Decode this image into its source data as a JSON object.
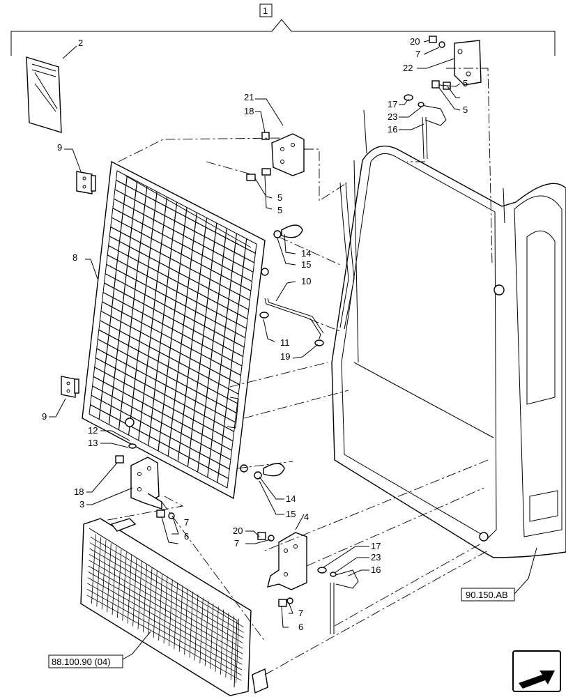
{
  "assembly_label": "1",
  "callouts": {
    "c2": "2",
    "c3": "3",
    "c4": "4",
    "c5a": "5",
    "c5b": "5",
    "c5c": "5",
    "c5d": "5",
    "c6a": "6",
    "c6b": "6",
    "c7a": "7",
    "c7b": "7",
    "c7c": "7",
    "c7d": "7",
    "c8": "8",
    "c9a": "9",
    "c9b": "9",
    "c10": "10",
    "c11": "11",
    "c12": "12",
    "c13": "13",
    "c14a": "14",
    "c14b": "14",
    "c15a": "15",
    "c15b": "15",
    "c16a": "16",
    "c16b": "16",
    "c17a": "17",
    "c17b": "17",
    "c18a": "18",
    "c18b": "18",
    "c19": "19",
    "c20a": "20",
    "c20b": "20",
    "c21": "21",
    "c22": "22",
    "c23a": "23",
    "c23b": "23"
  },
  "references": {
    "cab": "90.150.AB",
    "front_guard": "88.100.90 (04)"
  },
  "nav_icon": "forward-arrow-icon"
}
